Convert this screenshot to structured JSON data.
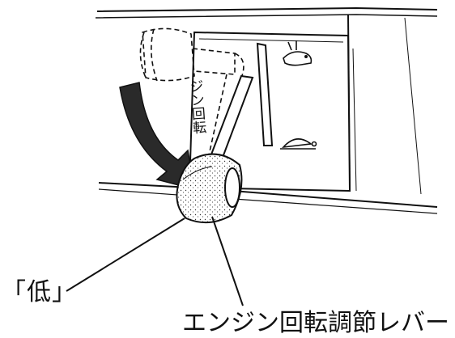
{
  "labels": {
    "low": "「低」",
    "lever": "エンジン回転調節レバー"
  },
  "panel_text": "ジン回転",
  "colors": {
    "ink": "#111111",
    "arrow": "#2a2a2a"
  }
}
